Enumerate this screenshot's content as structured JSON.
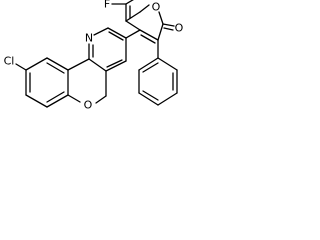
{
  "atom_labels": {
    "fluorine": "F",
    "chlorine": "Cl",
    "pyridine_nitrogen": "N",
    "ring_oxygen_chromenopyridine": "O",
    "ring_oxygen_coumarin": "O",
    "carbonyl_oxygen": "O"
  },
  "colors": {
    "bond": "#000000",
    "label": "#000000",
    "background": "#ffffff"
  }
}
